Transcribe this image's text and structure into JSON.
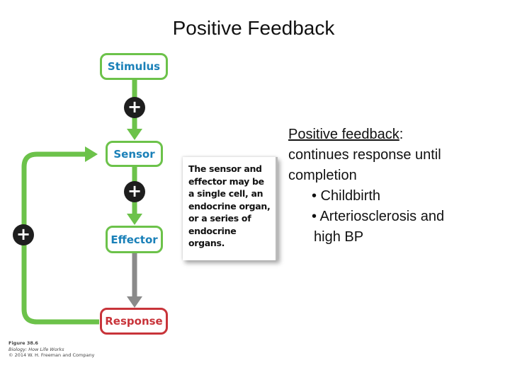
{
  "title": "Positive Feedback",
  "diagram": {
    "stimulus": "Stimulus",
    "sensor": "Sensor",
    "effector": "Effector",
    "response": "Response",
    "plus_symbol": "+",
    "callout_lines": [
      "The sensor and",
      "effector may be",
      "a single cell, an",
      "endocrine organ,",
      "or a series of",
      "endocrine",
      "organs."
    ],
    "colors": {
      "green": "#6cc24a",
      "blue_text": "#1a80b8",
      "red": "#c8343a",
      "gray_arrow": "#8a8a8a"
    }
  },
  "description": {
    "term": "Positive feedback",
    "term_suffix": ":",
    "line2": "continues response until",
    "line3": "completion",
    "bullets": [
      "• Childbirth",
      "• Arteriosclerosis and",
      "high BP"
    ]
  },
  "caption": {
    "line1": "Figure 38.6",
    "line2": "Biology: How Life Works",
    "line3": "© 2014 W. H. Freeman and Company"
  }
}
